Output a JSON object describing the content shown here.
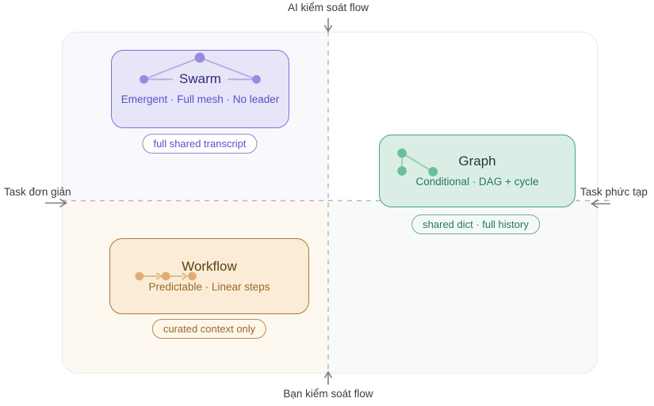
{
  "axis": {
    "top": "AI kiểm soát flow",
    "bottom": "Bạn kiểm soát flow",
    "left": "Task đơn giản",
    "right": "Task phức tạp"
  },
  "cards": [
    {
      "title": "Swarm",
      "subtitle": "Emergent · Full mesh · No leader",
      "badge": "full shared transcript",
      "icon": "swarm-mesh-icon",
      "accent": "#7f72d2"
    },
    {
      "title": "Graph",
      "subtitle": "Conditional · DAG + cycle",
      "badge": "shared dict · full history",
      "icon": "graph-dag-icon",
      "accent": "#4e9f81"
    },
    {
      "title": "Workflow",
      "subtitle": "Predictable · Linear steps",
      "badge": "curated context only",
      "icon": "workflow-linear-icon",
      "accent": "#aa773c"
    }
  ],
  "colors": {
    "swarm_accent": "#7f72d2",
    "graph_accent": "#4e9f81",
    "workflow_accent": "#aa773c",
    "quadrant_tl_bg": "#f8f8fd",
    "quadrant_tr_bg": "#ffffff",
    "quadrant_bl_bg": "#fdf9f1",
    "quadrant_br_bg": "#f7faf8",
    "axis_text": "#3c3c3c",
    "dash_line": "#b8b8b8",
    "arrow": "#7d7d7d"
  }
}
